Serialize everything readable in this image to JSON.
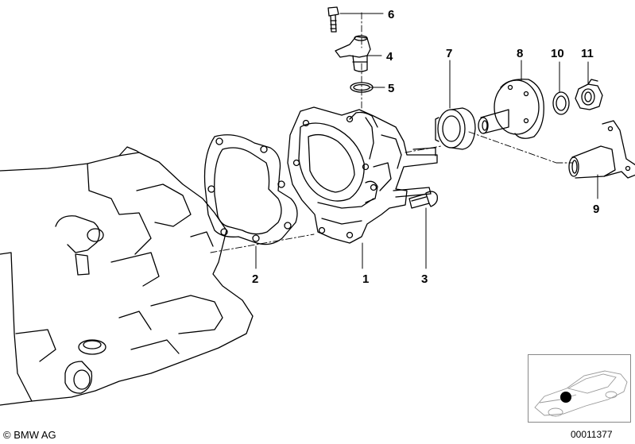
{
  "callouts": [
    {
      "id": "1",
      "text": "1"
    },
    {
      "id": "2",
      "text": "2"
    },
    {
      "id": "3",
      "text": "3"
    },
    {
      "id": "4",
      "text": "4"
    },
    {
      "id": "5",
      "text": "5"
    },
    {
      "id": "6",
      "text": "6"
    },
    {
      "id": "7",
      "text": "7"
    },
    {
      "id": "8",
      "text": "8"
    },
    {
      "id": "9",
      "text": "9"
    },
    {
      "id": "10",
      "text": "10"
    },
    {
      "id": "11",
      "text": "11"
    }
  ],
  "footer": {
    "copyright": "© BMW AG",
    "reference": "00011377"
  }
}
